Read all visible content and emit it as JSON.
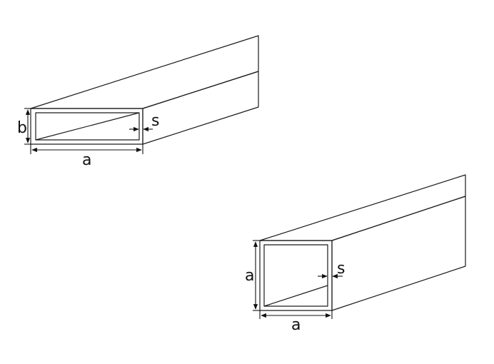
{
  "colors": {
    "tube_side": "#d3d3d3",
    "tube_top": "#dadada",
    "wall": "#d9d9d9",
    "hollow": "#a7a7a7",
    "outline": "#1a1a1a"
  },
  "rectangular_tube": {
    "label_width": "a",
    "label_height": "b",
    "label_wall": "s"
  },
  "square_tube": {
    "label_side_vertical": "a",
    "label_side_horizontal": "a",
    "label_wall": "s"
  }
}
